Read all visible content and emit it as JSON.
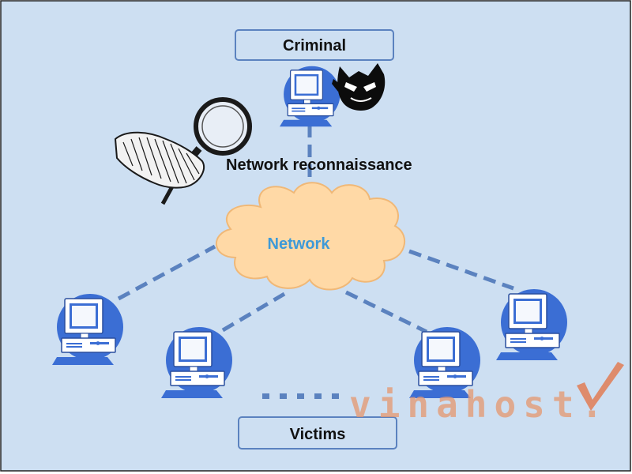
{
  "labels": {
    "criminal": "Criminal",
    "victims": "Victims",
    "reconnaissance": "Network reconnaissance",
    "network": "Network"
  },
  "watermark": {
    "text": "vinahost."
  },
  "icons": {
    "computer": "computer-icon",
    "criminal": "devil-mask-icon",
    "probe": "magnifying-glass-hand-icon",
    "watermark_mark": "checkmark-icon"
  },
  "colors": {
    "background": "#cddff2",
    "computer": "#3b6ed4",
    "cloud_fill": "#ffd9a6",
    "cloud_stroke": "#f0b877",
    "link": "#5b82bf",
    "network_text": "#3d9ad8",
    "watermark": "#e07d55"
  }
}
